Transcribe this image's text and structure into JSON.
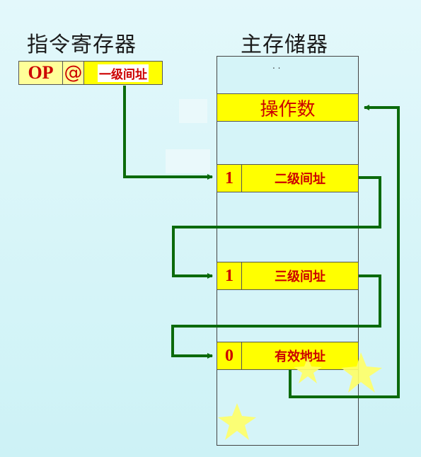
{
  "titles": {
    "register": "指令寄存器",
    "memory": "主存储器"
  },
  "instruction": {
    "op": "OP",
    "mode": "@",
    "addr": "一级间址"
  },
  "memory": {
    "dots": ". .",
    "operand": "操作数",
    "cells": [
      {
        "flag": "1",
        "label": "二级间址"
      },
      {
        "flag": "1",
        "label": "三级间址"
      },
      {
        "flag": "0",
        "label": "有效地址"
      }
    ]
  },
  "colors": {
    "arrow": "#0b6a0b",
    "cell_fill": "#ffff00",
    "text_red": "#cc0000"
  }
}
